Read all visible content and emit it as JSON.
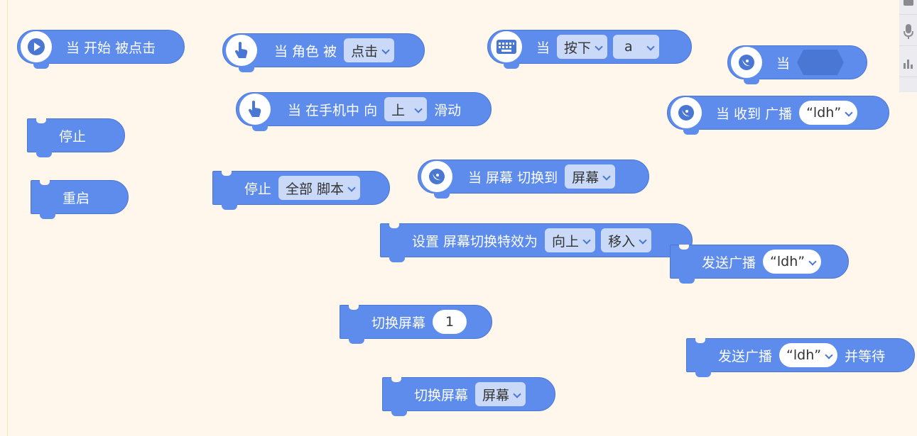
{
  "colors": {
    "block": "#5e8cec",
    "block_border": "#4a76d4",
    "dropdown": "#c9d9f7",
    "background": "#fff6ec"
  },
  "blocks": {
    "when_start": {
      "text": "当 开始 被点击",
      "icon": "play-icon"
    },
    "when_sprite": {
      "text": "当 角色 被",
      "dropdown": "点击",
      "icon": "hand-pointer-icon"
    },
    "when_key": {
      "text": "当",
      "dropdown1": "按下",
      "dropdown2": "a",
      "icon": "keyboard-icon"
    },
    "when_generic": {
      "text": "当",
      "icon": "satellite-dish-icon"
    },
    "when_swipe": {
      "text1": "当 在手机中 向",
      "dropdown": "上",
      "text2": "滑动",
      "icon": "hand-pointer-icon"
    },
    "when_receive": {
      "text": "当 收到 广播",
      "value": "“ldh”",
      "icon": "satellite-dish-icon"
    },
    "stop": {
      "text": "停止"
    },
    "restart": {
      "text": "重启"
    },
    "stop_scripts": {
      "text": "停止",
      "dropdown": "全部 脚本"
    },
    "when_screen_switch": {
      "text": "当 屏幕 切换到",
      "dropdown": "屏幕",
      "icon": "satellite-dish-icon"
    },
    "set_screen_effect": {
      "text": "设置 屏幕切换特效为",
      "dropdown1": "向上",
      "dropdown2": "移入"
    },
    "broadcast": {
      "text": "发送广播",
      "value": "“ldh”"
    },
    "switch_screen_num": {
      "text": "切换屏幕",
      "value": "1"
    },
    "broadcast_wait": {
      "text1": "发送广播",
      "value": "“ldh”",
      "text2": "并等待"
    },
    "switch_screen_dd": {
      "text": "切换屏幕",
      "dropdown": "屏幕"
    }
  },
  "sidebar": {
    "icons": [
      "square-icon",
      "microphone-icon",
      "bar-chart-icon"
    ]
  }
}
